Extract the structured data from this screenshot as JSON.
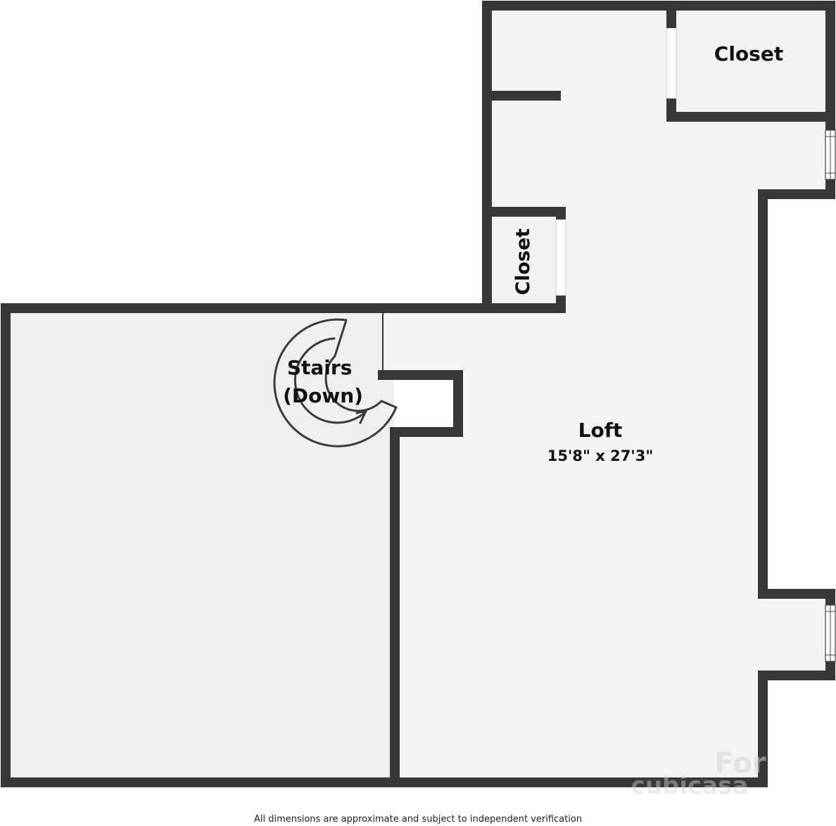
{
  "rooms": {
    "closet_top": {
      "label": "Closet"
    },
    "closet_side": {
      "label": "Closet"
    },
    "stairs": {
      "line1": "Stairs",
      "line2": "(Down)"
    },
    "loft": {
      "label": "Loft",
      "dimensions": "15'8\" x 27'3\""
    }
  },
  "footer": {
    "disclaimer": "All dimensions are approximate and subject to independent verification"
  },
  "watermark": {
    "brand_top": "For",
    "brand_bottom": "cubicasa"
  },
  "colors": {
    "wall": "#383838",
    "floor_loft": "#f4f4f4",
    "floor_left": "#efefef",
    "window": "#ffffff",
    "stair_line": "#3a3a3a"
  },
  "icons": {
    "window": "window-icon",
    "stairs": "spiral-stairs-icon"
  }
}
